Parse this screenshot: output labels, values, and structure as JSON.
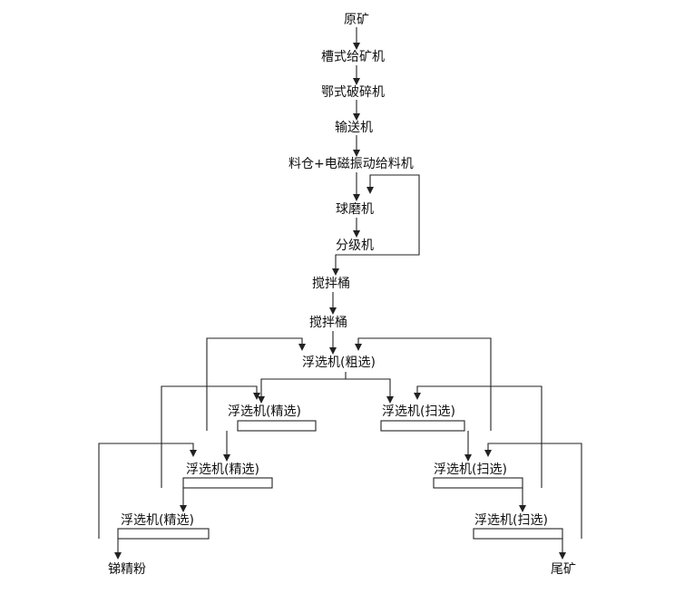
{
  "nodes": {
    "raw_ore": "原矿",
    "trough_feeder": "槽式给矿机",
    "jaw_crusher": "鄂式破碎机",
    "conveyor": "输送机",
    "bin_vibrating_feeder": "料仓+电磁振动给料机",
    "ball_mill": "球磨机",
    "classifier": "分级机",
    "agitator_1": "搅拌桶",
    "agitator_2": "搅拌桶",
    "flotation_rougher": "浮选机(粗选)",
    "flotation_cleaner_1": "浮选机(精选)",
    "flotation_scavenger_1": "浮选机(扫选)",
    "flotation_cleaner_2": "浮选机(精选)",
    "flotation_scavenger_2": "浮选机(扫选)",
    "flotation_cleaner_3": "浮选机(精选)",
    "flotation_scavenger_3": "浮选机(扫选)",
    "antimony_concentrate": "锑精粉",
    "tailings": "尾矿"
  }
}
